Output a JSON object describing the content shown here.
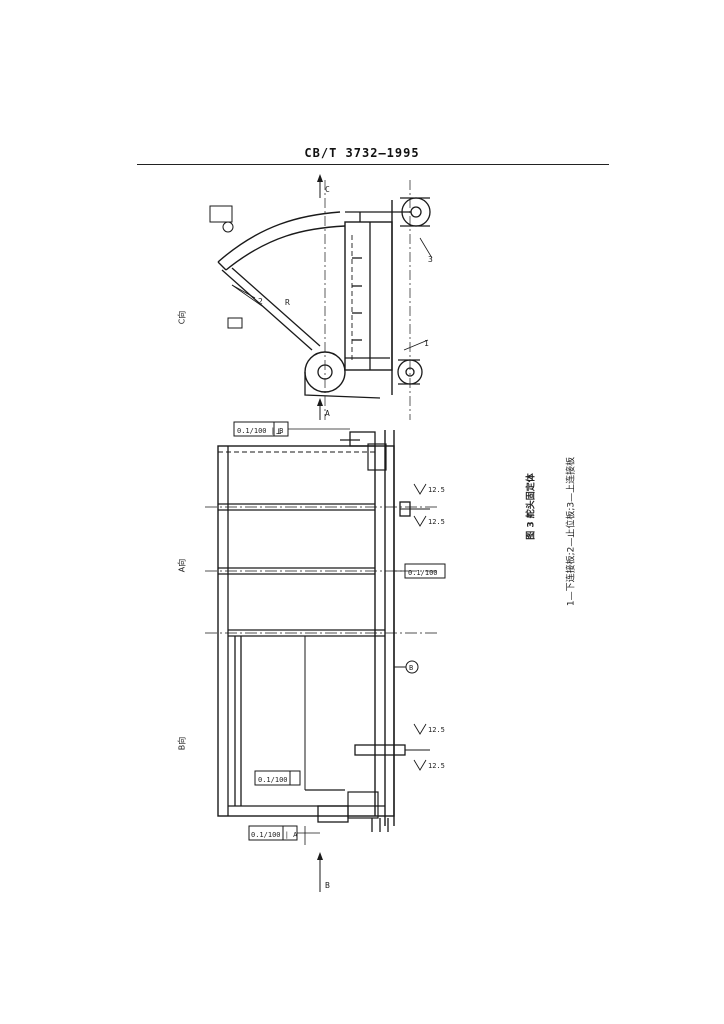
{
  "header": {
    "standard_number": "CB/T 3732—1995"
  },
  "views": {
    "top_view_label": "C向",
    "middle_view_label": "A向",
    "bottom_view_label": "B向"
  },
  "caption": {
    "figure_title": "图 3  舵头固定体",
    "legend": "1—下连接板;2—止位板;3—上连接板"
  },
  "callouts": {
    "part_1": "1",
    "part_2": "2",
    "part_3": "3",
    "section_a": "A",
    "section_b": "B",
    "section_c": "C",
    "dim_r": "R",
    "tol_box_1": "0.1/100 | B",
    "tol_box_2": "0.1/100",
    "tol_box_3": "0.1/100 | A",
    "tol_box_4": "0.1/100",
    "roughness": "12.5",
    "datum_b": "B",
    "tol_symbol": "⊥"
  }
}
